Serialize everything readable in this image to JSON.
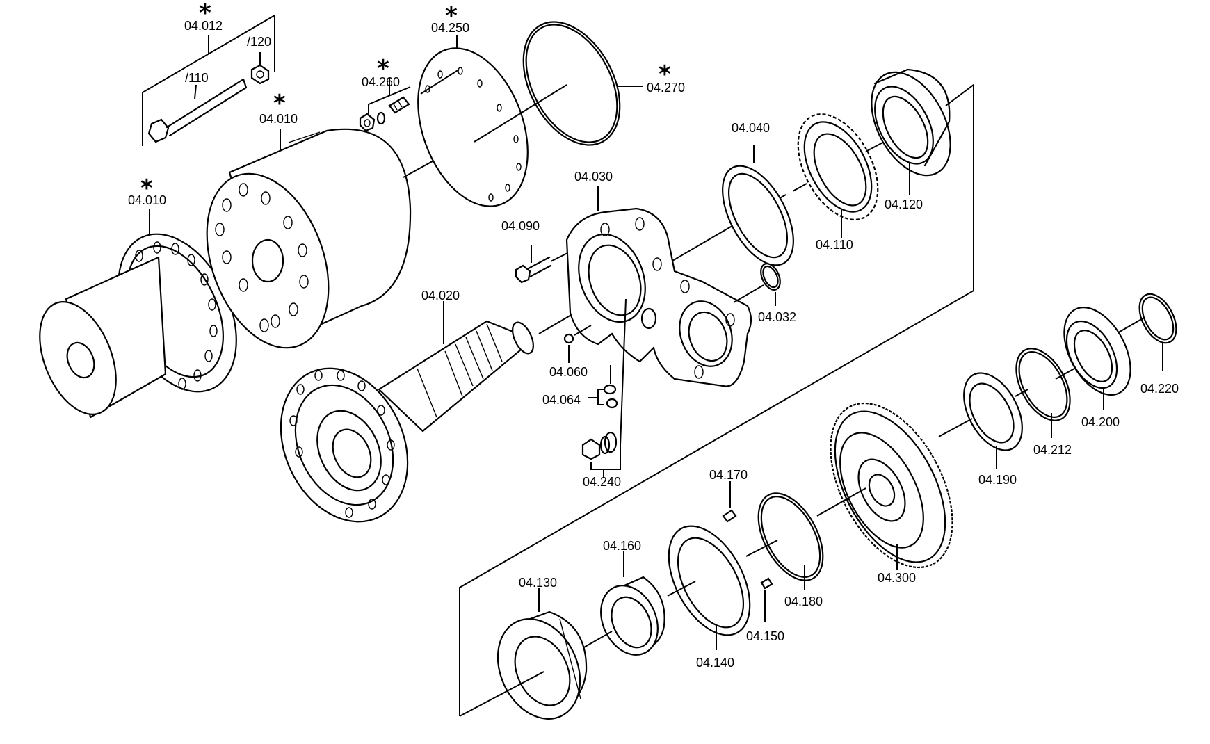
{
  "diagram": {
    "labels": {
      "p04_012": "04.012",
      "p120": "/120",
      "p110": "/110",
      "p04_010_a": "04.010",
      "p04_010_b": "04.010",
      "p04_260": "04.260",
      "p04_250": "04.250",
      "p04_270": "04.270",
      "p04_040": "04.040",
      "p04_110": "04.110",
      "p04_120": "04.120",
      "p04_030": "04.030",
      "p04_090": "04.090",
      "p04_020": "04.020",
      "p04_032": "04.032",
      "p04_060": "04.060",
      "p04_064": "04.064",
      "p04_240": "04.240",
      "p04_220": "04.220",
      "p04_200": "04.200",
      "p04_212": "04.212",
      "p04_190": "04.190",
      "p04_170": "04.170",
      "p04_160": "04.160",
      "p04_130": "04.130",
      "p04_180": "04.180",
      "p04_300": "04.300",
      "p04_150": "04.150",
      "p04_140": "04.140"
    },
    "star_mark": "*"
  }
}
